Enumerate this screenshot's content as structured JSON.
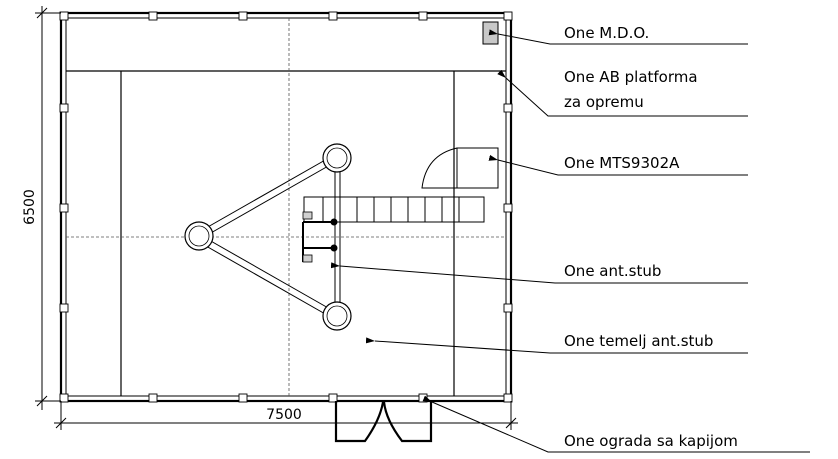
{
  "dimensions": {
    "width_label": "7500",
    "height_label": "6500"
  },
  "callouts": {
    "mdo": "One M.D.O.",
    "platform_line1": "One AB platforma",
    "platform_line2": "za opremu",
    "mts": "One MTS9302A",
    "stub": "One ant.stub",
    "foundation": "One temelj ant.stub",
    "fence": "One ograda sa kapijom"
  },
  "colors": {
    "line": "#000000",
    "mdo_fill": "#c8c8c8",
    "footing_fill": "#d0d0d0",
    "centerline": "#555555"
  }
}
